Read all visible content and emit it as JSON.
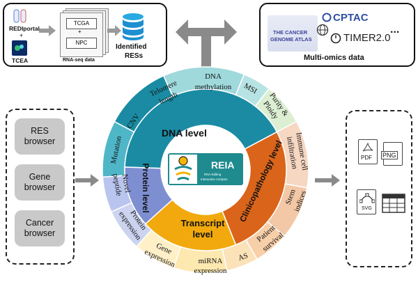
{
  "pipeline": {
    "source_top": "REDIportal",
    "plus1": "+",
    "source_bottom": "TCEA",
    "data_top": "TCGA",
    "plus2": "+",
    "data_bottom": "NPC",
    "data_caption": "RNA-seq data",
    "result_line1": "Identified",
    "result_line2": "RESs"
  },
  "multiomics": {
    "tcga_logo_line1": "THE CANCER",
    "tcga_logo_line2": "GENOME ATLAS",
    "cptac_label": "CPTAC",
    "timer_label": "TIMER2.0",
    "ellipsis": "...",
    "caption": "Multi-omics data"
  },
  "browsers": {
    "items": [
      {
        "line1": "RES",
        "line2": "browser"
      },
      {
        "line1": "Gene",
        "line2": "browser"
      },
      {
        "line1": "Cancer",
        "line2": "browser"
      }
    ]
  },
  "wheel": {
    "center_title": "REIA",
    "center_subtitle_line1": "RNA Editing",
    "center_subtitle_line2": "Interactive Analysis",
    "inner": {
      "dna": "DNA   level",
      "protein": "Protein level",
      "transcript": "Transcript level",
      "clinico": "Clinicopathology level"
    },
    "outer": {
      "dna_methylation_1": "DNA",
      "dna_methylation_2": "methylation",
      "telomere_1": "Telomere",
      "telomere_2": "length",
      "cnv": "CNV",
      "mutation": "Mutation",
      "msi": "MSI",
      "purity_1": "Purity &",
      "purity_2": "Ploidy",
      "immune_1": "Immune cell",
      "immune_2": "infiltration",
      "stem_1": "Stem",
      "stem_2": "indices",
      "patient_1": "Patient",
      "patient_2": "survival",
      "as": "AS",
      "mirna_1": "miRNA",
      "mirna_2": "expression",
      "gene_1": "Gene",
      "gene_2": "expression",
      "protein_expr_1": "Protein",
      "protein_expr_2": "expression",
      "novel_1": "Novel",
      "novel_2": "peptide"
    }
  },
  "exports": {
    "pdf": "PDF",
    "png": "PNG",
    "svg": "SVG"
  },
  "colors": {
    "dna_dark": "#1a8ba3",
    "dna_light": "#4fb6c8",
    "dna_outer": "#9fd9dc",
    "clinico_dark": "#d9641a",
    "clinico_outer": "#f3c8a6",
    "transcript_dark": "#f2a90d",
    "transcript_outer": "#fde8b0",
    "protein_dark": "#7d8fd0",
    "protein_outer": "#cbd3ef",
    "center": "#1f8b8f"
  }
}
